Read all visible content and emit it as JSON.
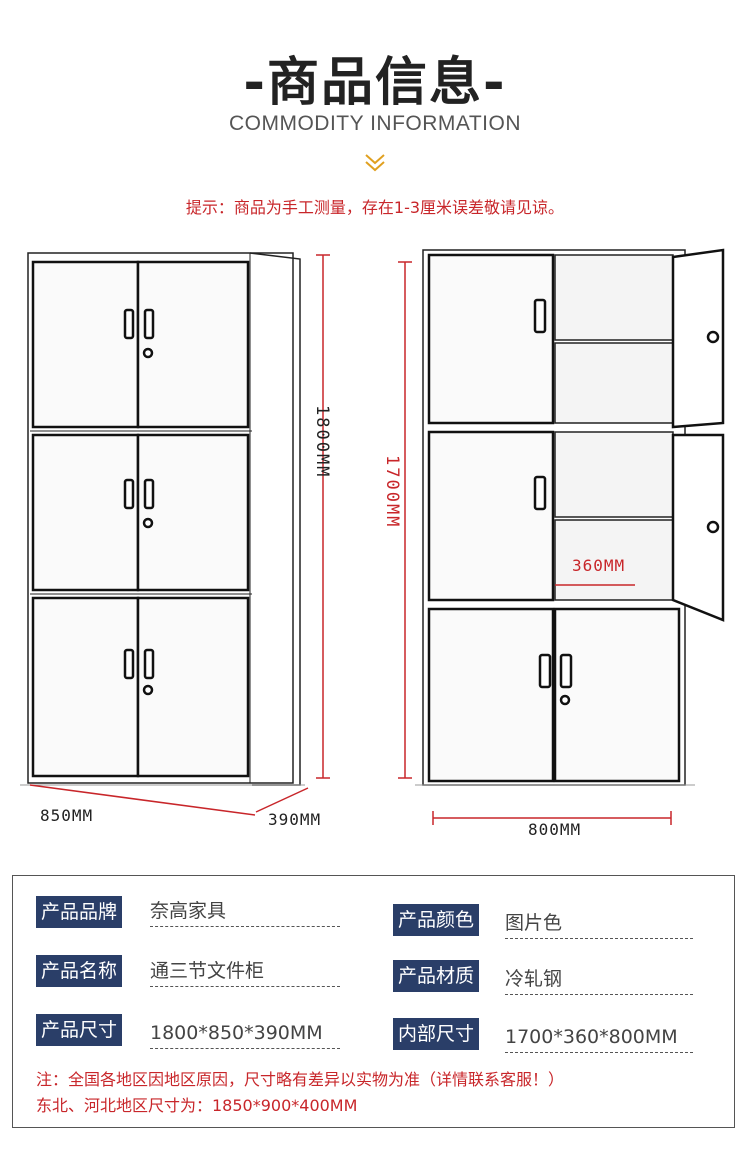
{
  "header": {
    "title": "-商品信息-",
    "subtitle": "COMMODITY INFORMATION",
    "hint": "提示：商品为手工测量，存在1-3厘米误差敬请见谅。"
  },
  "left_cabinet": {
    "height": "1800MM",
    "width": "850MM",
    "depth": "390MM"
  },
  "right_cabinet": {
    "height": "1700MM",
    "depth": "360MM",
    "width": "800MM"
  },
  "specs": [
    {
      "label": "产品品牌",
      "value": "奈高家具"
    },
    {
      "label": "产品颜色",
      "value": "图片色"
    },
    {
      "label": "产品名称",
      "value": "通三节文件柜"
    },
    {
      "label": "产品材质",
      "value": "冷轧钢"
    },
    {
      "label": "产品尺寸",
      "value": "1800*850*390MM"
    },
    {
      "label": "内部尺寸",
      "value": "1700*360*800MM"
    }
  ],
  "notes": [
    "注：全国各地区因地区原因，尺寸略有差异以实物为准（详情联系客服！）",
    "东北、河北地区尺寸为：1850*900*400MM"
  ],
  "colors": {
    "accent_red": "#c8262a",
    "label_bg": "#2a3e68"
  }
}
